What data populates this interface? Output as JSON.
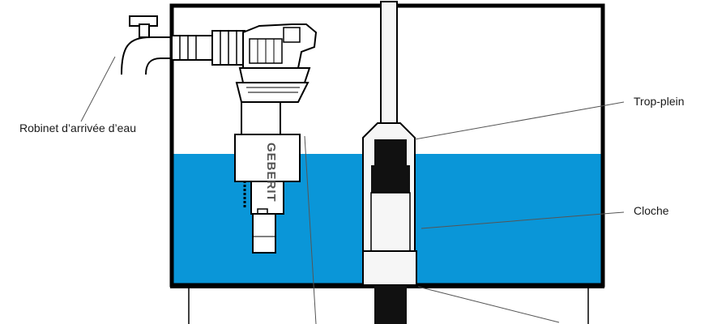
{
  "labels": {
    "inlet_valve": "Robinet d’arrivée d’eau",
    "overflow": "Trop-plein",
    "bell": "Cloche"
  },
  "brand": "GEBERIT",
  "colors": {
    "water": "#0a96d8",
    "tank_outline": "#000000",
    "tube_fill": "#f6f6f6",
    "dark_part": "#111111"
  }
}
